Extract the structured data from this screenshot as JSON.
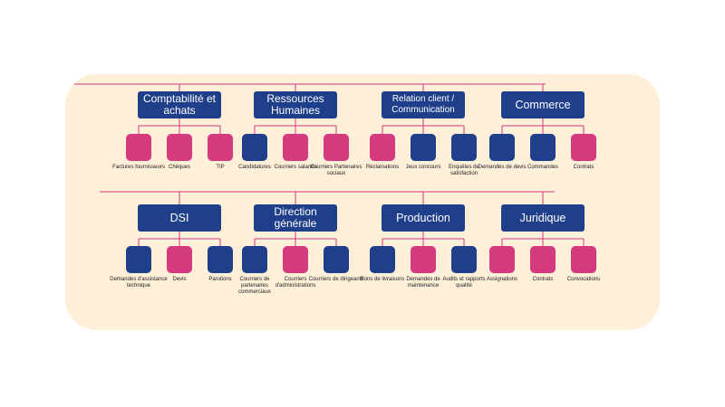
{
  "colors": {
    "panel": "#fdefd8",
    "department": "#1f3f8a",
    "magenta": "#d63a7e",
    "blue": "#1f3f8a",
    "connector": "#d63a7e"
  },
  "rows": [
    {
      "departments": [
        {
          "name": "Comptabilité et achats",
          "items": [
            {
              "label": "Factures fournisseurs",
              "color": "magenta"
            },
            {
              "label": "Chèques",
              "color": "magenta"
            },
            {
              "label": "TIP",
              "color": "magenta"
            }
          ]
        },
        {
          "name": "Ressources Humaines",
          "items": [
            {
              "label": "Candidatures",
              "color": "blue"
            },
            {
              "label": "Courriers salariés",
              "color": "magenta"
            },
            {
              "label": "Courriers Partenaires sociaux",
              "color": "magenta"
            }
          ]
        },
        {
          "name": "Relation client / Communication",
          "items": [
            {
              "label": "Réclamations",
              "color": "magenta"
            },
            {
              "label": "Jeux concours",
              "color": "blue"
            },
            {
              "label": "Enquêtes de satisfaction",
              "color": "blue"
            }
          ]
        },
        {
          "name": "Commerce",
          "items": [
            {
              "label": "Demandes de devis",
              "color": "blue"
            },
            {
              "label": "Commandes",
              "color": "blue"
            },
            {
              "label": "Contrats",
              "color": "magenta"
            }
          ]
        }
      ]
    },
    {
      "departments": [
        {
          "name": "DSI",
          "items": [
            {
              "label": "Demandes d'assistance technique",
              "color": "blue"
            },
            {
              "label": "Devis",
              "color": "magenta"
            },
            {
              "label": "Parutions",
              "color": "blue"
            }
          ]
        },
        {
          "name": "Direction générale",
          "items": [
            {
              "label": "Courriers de partenaires commerciaux",
              "color": "blue"
            },
            {
              "label": "Courriers d'administrations",
              "color": "magenta"
            },
            {
              "label": "Courriers de dirigeants",
              "color": "blue"
            }
          ]
        },
        {
          "name": "Production",
          "items": [
            {
              "label": "Bons de livraisons",
              "color": "blue"
            },
            {
              "label": "Demandes de maintenance",
              "color": "magenta"
            },
            {
              "label": "Audits et rapports qualité",
              "color": "blue"
            }
          ]
        },
        {
          "name": "Juridique",
          "items": [
            {
              "label": "Assignations",
              "color": "magenta"
            },
            {
              "label": "Contrats",
              "color": "magenta"
            },
            {
              "label": "Convocations",
              "color": "magenta"
            }
          ]
        }
      ]
    }
  ]
}
